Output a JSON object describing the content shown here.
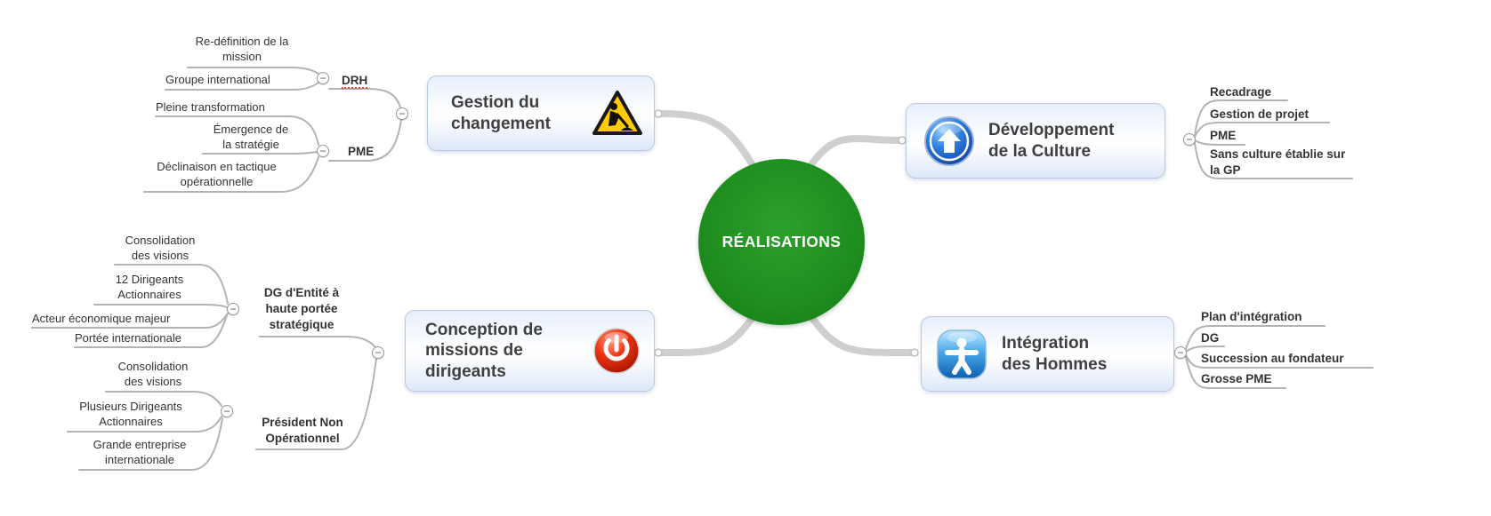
{
  "center": {
    "label": "RÉALISATIONS"
  },
  "topics": {
    "gestion_changement": {
      "label": "Gestion du changement",
      "icon": "roadworks-sign-icon"
    },
    "developpement_culture": {
      "label": "Développement de la Culture",
      "icon": "up-arrow-badge-icon"
    },
    "conception_missions": {
      "label": "Conception de missions de dirigeants",
      "icon": "power-button-icon"
    },
    "integration_hommes": {
      "label": "Intégration des Hommes",
      "icon": "person-badge-icon"
    }
  },
  "subtopics": {
    "drh": {
      "label": "DRH"
    },
    "pme": {
      "label": "PME"
    },
    "dg_entite": {
      "label": "DG d'Entité à haute portée stratégique"
    },
    "president_non_op": {
      "label": "Président Non Opérationnel"
    }
  },
  "leaves": {
    "redefinition_mission": {
      "label": "Re-définition de la mission"
    },
    "groupe_international": {
      "label": "Groupe international"
    },
    "pleine_transformation": {
      "label": "Pleine transformation"
    },
    "emergence_strategie": {
      "label": "Émergence de la stratégie"
    },
    "declinaison_tactique": {
      "label": "Déclinaison en tactique opérationnelle"
    },
    "consolidation_visions_1": {
      "label": "Consolidation des visions"
    },
    "douze_dirigeants": {
      "label": "12 Dirigeants Actionnaires"
    },
    "acteur_economique": {
      "label": "Acteur économique majeur"
    },
    "portee_internationale": {
      "label": "Portée internationale"
    },
    "consolidation_visions_2": {
      "label": "Consolidation des visions"
    },
    "plusieurs_dirigeants": {
      "label": "Plusieurs Dirigeants Actionnaires"
    },
    "grande_entreprise": {
      "label": "Grande entreprise internationale"
    },
    "recadrage": {
      "label": "Recadrage"
    },
    "gestion_projet": {
      "label": "Gestion de projet"
    },
    "pme_culture": {
      "label": "PME"
    },
    "sans_culture": {
      "label": "Sans culture établie sur la GP"
    },
    "plan_integration": {
      "label": "Plan d'intégration"
    },
    "dg_integration": {
      "label": "DG"
    },
    "succession_fondateur": {
      "label": "Succession au fondateur"
    },
    "grosse_pme": {
      "label": "Grosse PME"
    }
  },
  "controls": {
    "collapse_symbol": "−"
  },
  "colors": {
    "center_green": "#1f8e1f",
    "branch_gray": "#cfcfcf",
    "line_gray": "#b3b3b3",
    "topic_border": "#b7c9e5",
    "warning_yellow": "#ffcc00",
    "power_red": "#ee3311",
    "badge_blue": "#2f7fe0"
  }
}
